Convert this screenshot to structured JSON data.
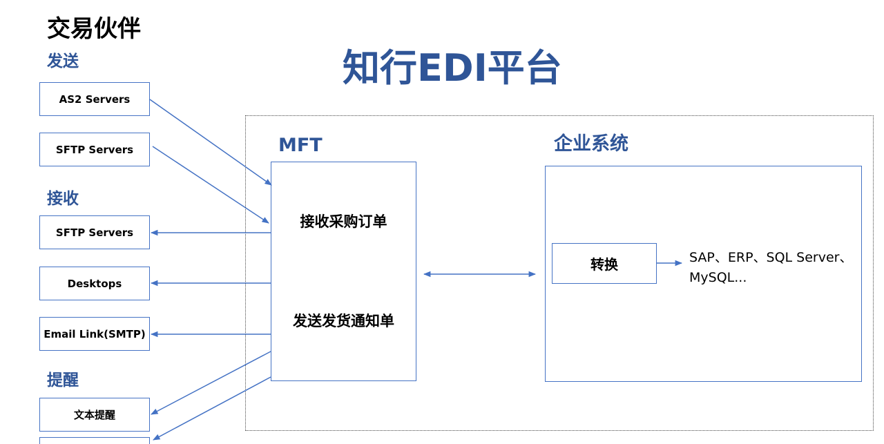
{
  "partners": {
    "title": "交易伙伴",
    "send_label": "发送",
    "send_items": [
      "AS2 Servers",
      "SFTP Servers"
    ],
    "receive_label": "接收",
    "receive_items": [
      "SFTP Servers",
      "Desktops",
      "Email Link(SMTP)"
    ],
    "alert_label": "提醒",
    "alert_items": [
      "文本提醒"
    ]
  },
  "platform": {
    "title": "知行EDI平台",
    "mft": {
      "title": "MFT",
      "receive_po": "接收采购订单",
      "send_asn": "发送发货通知单"
    },
    "enterprise": {
      "title": "企业系统",
      "convert_label": "转换",
      "systems_line1": "SAP、ERP、SQL Server、",
      "systems_line2": "MySQL..."
    }
  },
  "colors": {
    "accent": "#2F5597",
    "line": "#4472C4"
  }
}
